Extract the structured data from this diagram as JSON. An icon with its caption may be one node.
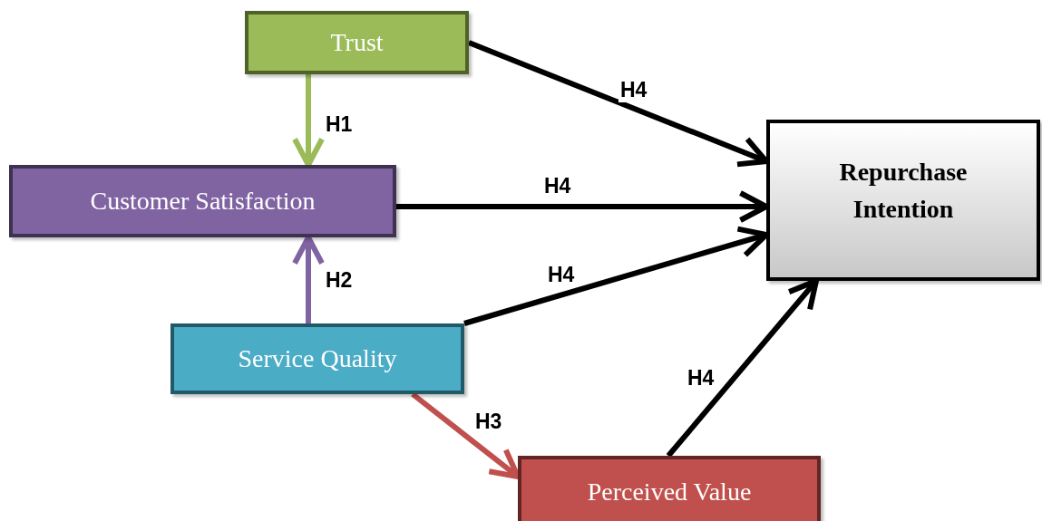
{
  "diagram": {
    "nodes": [
      {
        "text": [
          "Trust"
        ]
      },
      {
        "text": [
          "Customer Satisfaction"
        ]
      },
      {
        "text": [
          "Service Quality"
        ]
      },
      {
        "text": [
          "Perceived Value"
        ]
      },
      {
        "text": [
          "Repurchase Intention"
        ]
      }
    ],
    "edges": [
      {
        "from": 0,
        "to": 1,
        "arrow": "to",
        "label": "H1",
        "color": "#9bbb59"
      },
      {
        "from": 0,
        "to": 4,
        "arrow": "to",
        "label": "H4"
      },
      {
        "from": 1,
        "to": 4,
        "arrow": "to",
        "label": "H4"
      },
      {
        "from": 2,
        "to": 4,
        "arrow": "to",
        "label": "H4"
      },
      {
        "from": 2,
        "to": 1,
        "arrow": "to",
        "label": "H2",
        "color": "#8064a2"
      },
      {
        "from": 2,
        "to": 3,
        "arrow": "to",
        "label": "H3",
        "color": "#c0504d"
      },
      {
        "from": 3,
        "to": 4,
        "arrow": "to",
        "label": "H4"
      }
    ]
  }
}
